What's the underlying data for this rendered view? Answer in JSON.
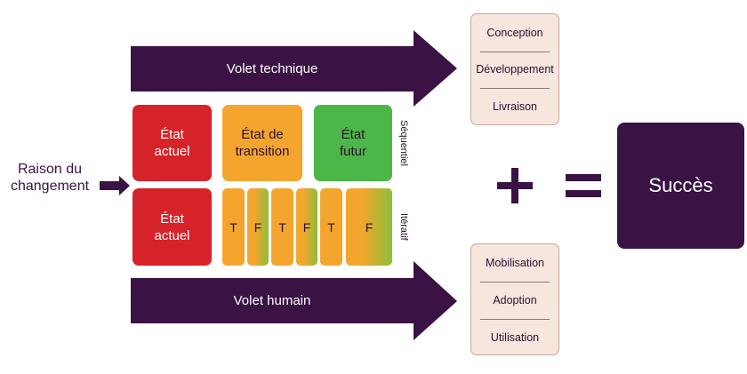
{
  "arrows": {
    "technique_label": "Volet technique",
    "humain_label": "Volet humain"
  },
  "raison": {
    "label": "Raison du\nchangement"
  },
  "sequentiel": {
    "side_label": "Séquentiel",
    "etat_actuel": "État\nactuel",
    "etat_transition": "État de\ntransition",
    "etat_futur": "État\nfutur"
  },
  "iteratif": {
    "side_label": "Itératif",
    "etat_actuel": "État\nactuel",
    "blocks": [
      "T",
      "F",
      "T",
      "F",
      "T",
      "F"
    ]
  },
  "panel_technique": {
    "items": [
      "Conception",
      "Développement",
      "Livraison"
    ]
  },
  "panel_humain": {
    "items": [
      "Mobilisation",
      "Adoption",
      "Utilisation"
    ]
  },
  "result": {
    "label": "Succès"
  },
  "colors": {
    "primary": "#3a1244",
    "red": "#d52329",
    "orange": "#f4a52e",
    "green": "#4cb748",
    "panel_bg": "#f6e6de"
  }
}
